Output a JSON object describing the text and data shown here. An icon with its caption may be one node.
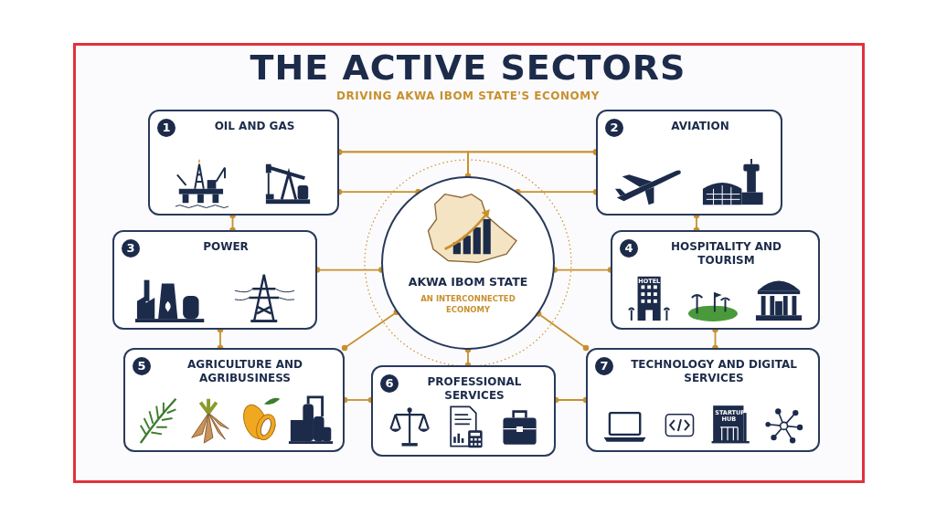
{
  "diagram": {
    "title": "THE ACTIVE SECTORS",
    "caption": "DRIVING AKWA IBOM STATE'S ECONOMY",
    "nodes": [
      {
        "text": [
          "AKWA IBOM STATE",
          "AN INTERCONNECTED ECONOMY"
        ]
      },
      {
        "text": [
          "1",
          "OIL AND GAS"
        ]
      },
      {
        "text": [
          "2",
          "AVIATION"
        ]
      },
      {
        "text": [
          "3",
          "POWER"
        ]
      },
      {
        "text": [
          "4",
          "HOSPITALITY AND TOURISM"
        ]
      },
      {
        "text": [
          "5",
          "AGRICULTURE AND AGRIBUSINESS"
        ]
      },
      {
        "text": [
          "6",
          "PROFESSIONAL SERVICES"
        ]
      },
      {
        "text": [
          "7",
          "TECHNOLOGY AND DIGITAL SERVICES"
        ]
      }
    ],
    "edges": [
      {
        "from": 1,
        "to": 2,
        "arrow": "other"
      },
      {
        "from": 1,
        "to": 0,
        "arrow": "other"
      },
      {
        "from": 2,
        "to": 0,
        "arrow": "other"
      },
      {
        "from": 1,
        "to": 3,
        "arrow": "other"
      },
      {
        "from": 2,
        "to": 4,
        "arrow": "other"
      },
      {
        "from": 3,
        "to": 0,
        "arrow": "other"
      },
      {
        "from": 0,
        "to": 4,
        "arrow": "other"
      },
      {
        "from": 3,
        "to": 5,
        "arrow": "other"
      },
      {
        "from": 4,
        "to": 7,
        "arrow": "other"
      },
      {
        "from": 5,
        "to": 0,
        "arrow": "other"
      },
      {
        "from": 0,
        "to": 6,
        "arrow": "other"
      },
      {
        "from": 0,
        "to": 7,
        "arrow": "other"
      },
      {
        "from": 5,
        "to": 6,
        "arrow": "other"
      },
      {
        "from": 6,
        "to": 7,
        "arrow": "other"
      },
      {
        "from": 1,
        "to": 0,
        "arrow": "other"
      },
      {
        "from": 2,
        "to": 0,
        "arrow": "other"
      }
    ],
    "labels": [
      "HOTEL",
      "STARTUP HUB"
    ]
  }
}
